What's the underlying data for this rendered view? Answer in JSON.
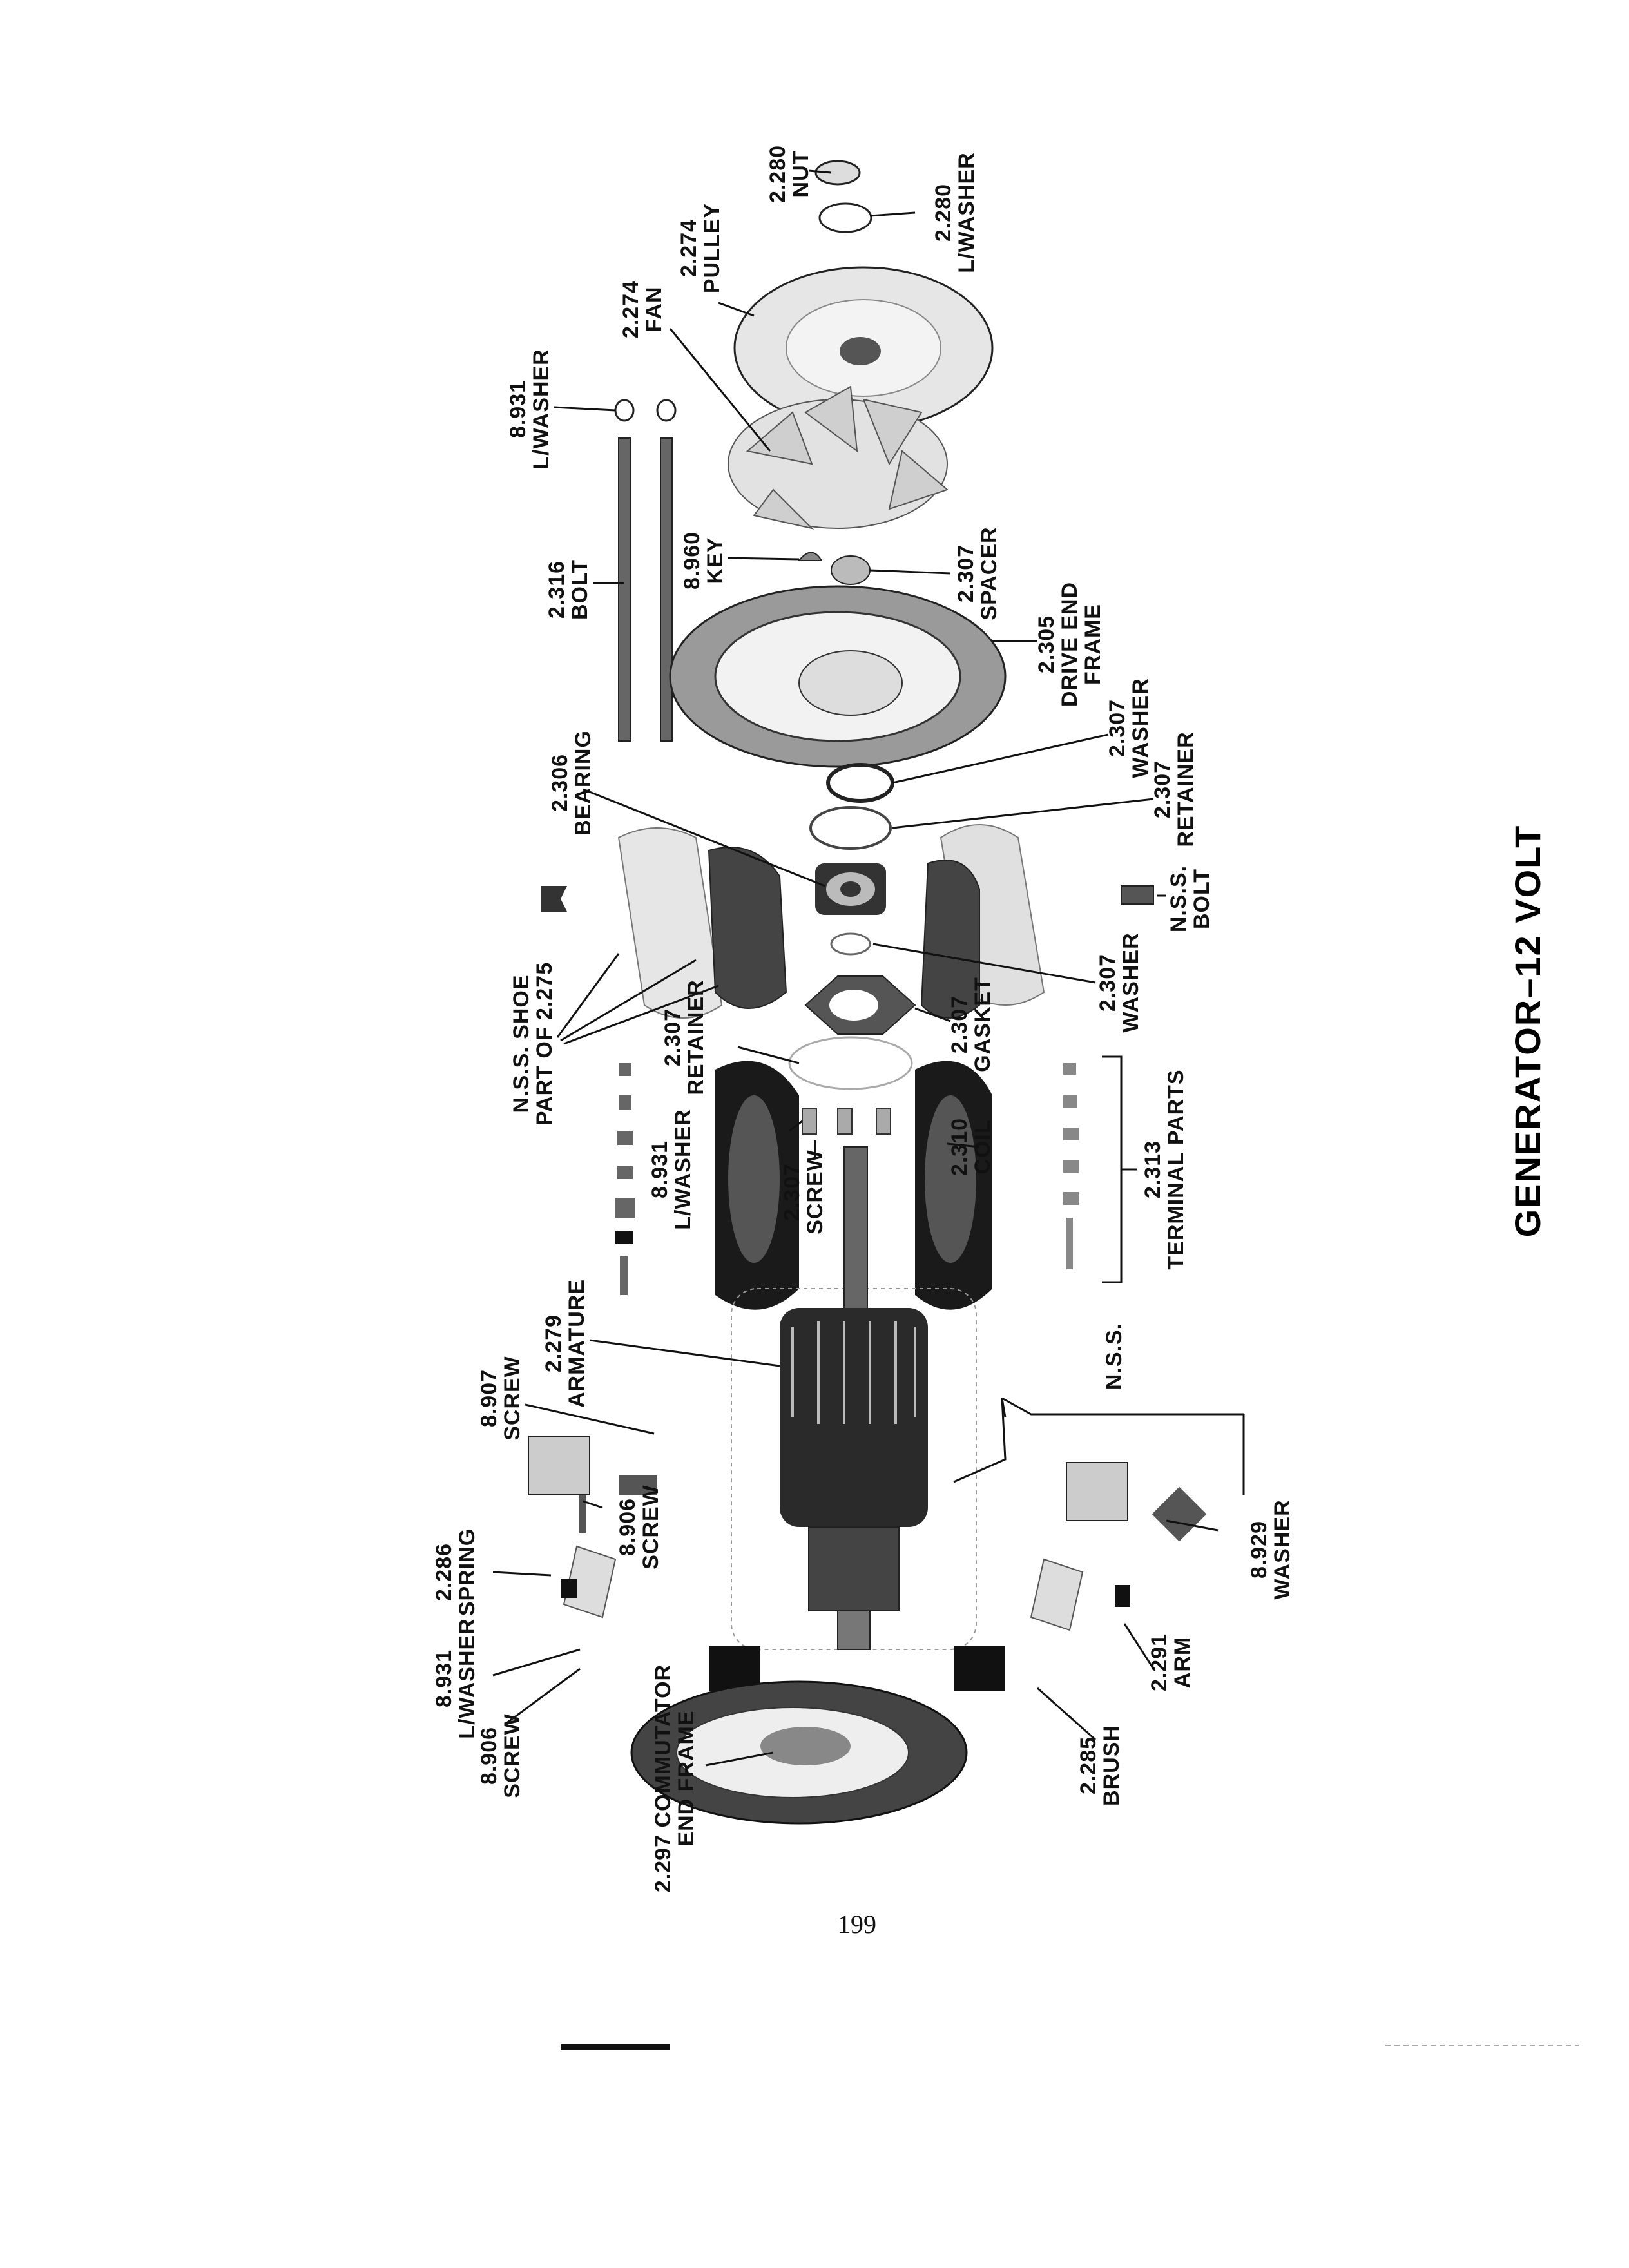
{
  "title": "GENERATOR–12 VOLT",
  "page_number": "199",
  "labels": {
    "nut": [
      "2.280",
      "NUT"
    ],
    "lwasher_pulley": [
      "2.280",
      "L/WASHER"
    ],
    "pulley": [
      "2.274",
      "PULLEY"
    ],
    "fan": [
      "2.274",
      "FAN"
    ],
    "lwasher_bolt": [
      "8.931",
      "L/WASHER"
    ],
    "bolt": [
      "2.316",
      "BOLT"
    ],
    "key": [
      "8.960",
      "KEY"
    ],
    "spacer": [
      "2.307",
      "SPACER"
    ],
    "drive_end_frame": [
      "2.305",
      "DRIVE END",
      "FRAME"
    ],
    "bearing": [
      "2.306",
      "BEARING"
    ],
    "washer_a": [
      "2.307",
      "WASHER"
    ],
    "retainer_a": [
      "2.307",
      "RETAINER"
    ],
    "nss_bolt": [
      "N.S.S.",
      "BOLT"
    ],
    "shoe": [
      "N.S.S. SHOE",
      "PART OF 2.275"
    ],
    "retainer_b": [
      "2.307",
      "RETAINER"
    ],
    "washer_b": [
      "2.307",
      "WASHER"
    ],
    "gasket": [
      "2.307",
      "GASKET"
    ],
    "lwasher_coil": [
      "8.931",
      "L/WASHER"
    ],
    "screw_coil": [
      "2.307",
      "SCREW"
    ],
    "coil": [
      "2.310",
      "COIL"
    ],
    "terminal_parts": [
      "2.313",
      "TERMINAL PARTS"
    ],
    "armature": [
      "2.279",
      "ARMATURE"
    ],
    "screw_8907": [
      "8.907",
      "SCREW"
    ],
    "nss": [
      "N.S.S."
    ],
    "spring": [
      "2.286",
      "SPRING"
    ],
    "screw_8906_top": [
      "8.906",
      "SCREW"
    ],
    "washer_8929": [
      "8.929",
      "WASHER"
    ],
    "lwasher_comm": [
      "8.931",
      "L/WASHER"
    ],
    "arm": [
      "2.291",
      "ARM"
    ],
    "screw_8906_bottom": [
      "8.906",
      "SCREW"
    ],
    "comm_end_frame": [
      "2.297 COMMUTATOR",
      "END FRAME"
    ],
    "brush": [
      "2.285",
      "BRUSH"
    ]
  }
}
